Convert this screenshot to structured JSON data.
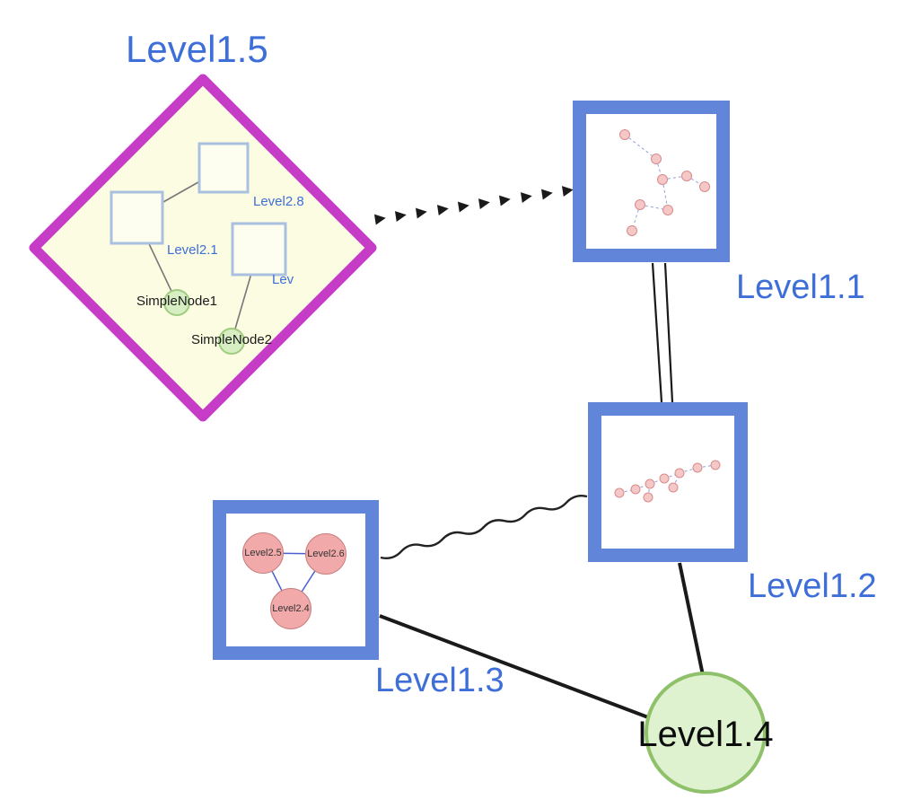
{
  "labels": {
    "level1_5": "Level1.5",
    "level1_1": "Level1.1",
    "level1_2": "Level1.2",
    "level1_3": "Level1.3",
    "level1_4": "Level1.4",
    "level2_8": "Level2.8",
    "level2_1": "Level2.1",
    "level2_lev": "Lev",
    "simple_node1": "SimpleNode1",
    "simple_node2": "SimpleNode2",
    "level2_5": "Level2.5",
    "level2_6": "Level2.6",
    "level2_4": "Level2.4"
  },
  "colors": {
    "label_blue": "#3e6ed8",
    "node_border_blue": "#6185d8",
    "diamond_magenta": "#c63cc6",
    "diamond_fill": "#fcfce3",
    "inner_square_border": "#a9c0de",
    "inner_square_fill": "#fdfdf0",
    "green_fill": "#d7eec2",
    "green_border": "#a0cc80",
    "big_green_fill": "#def2cf",
    "big_green_border": "#8fc06a",
    "pink_fill": "#f1a9a9",
    "pink_border": "#c97f7f",
    "mini_dot_fill": "#f5c8c8",
    "mini_dot_border": "#d98a8a",
    "mini_edge_blue": "#8fa0dd",
    "triangle_edge_blue": "#4b5fd0",
    "edge_black": "#1a1a1a"
  }
}
